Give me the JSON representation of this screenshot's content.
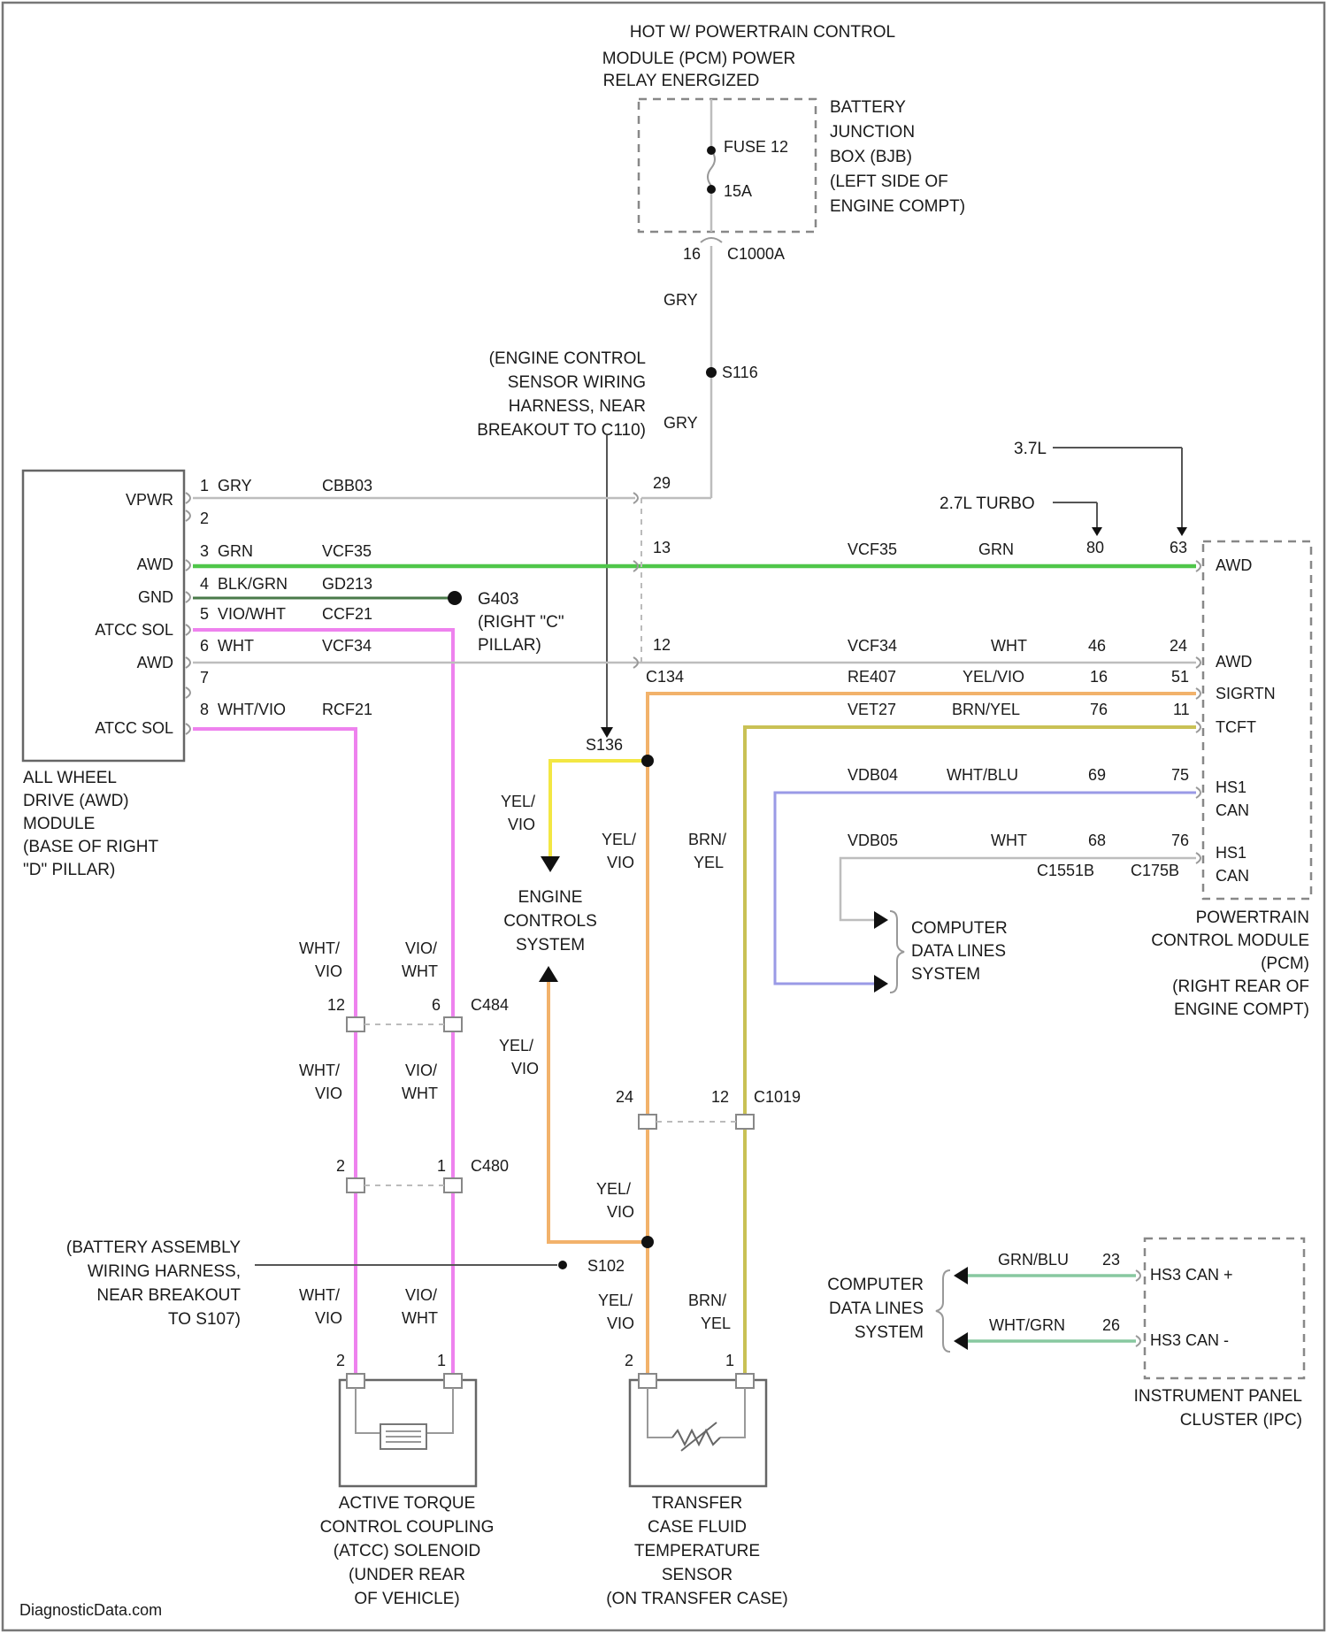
{
  "power_source": {
    "header": [
      "HOT W/ POWERTRAIN CONTROL",
      "MODULE (PCM) POWER",
      "RELAY ENERGIZED"
    ],
    "fuse_label": "FUSE 12",
    "fuse_rating": "15A",
    "bjb_label": [
      "BATTERY",
      "JUNCTION",
      "BOX (BJB)",
      "(LEFT SIDE OF",
      "ENGINE COMPT)"
    ],
    "bjb_pin": "16",
    "bjb_connector": "C1000A",
    "wire_color_1": "GRY",
    "splice": "S116",
    "wire_color_2": "GRY"
  },
  "harness_note": [
    "(ENGINE CONTROL",
    "SENSOR WIRING",
    "HARNESS, NEAR",
    "BREAKOUT TO C110)"
  ],
  "engine_options": {
    "opt1": "3.7L",
    "opt2": "2.7L TURBO",
    "pin_a": "80",
    "pin_b": "63"
  },
  "awd_module": {
    "pins": [
      "VPWR",
      "",
      "AWD",
      "GND",
      "ATCC SOL",
      "AWD",
      "",
      "ATCC SOL"
    ],
    "name": [
      "ALL WHEEL",
      "DRIVE (AWD)",
      "MODULE",
      "(BASE OF RIGHT",
      "\"D\" PILLAR)"
    ]
  },
  "awd_wires": [
    {
      "pin": "1",
      "color": "GRY",
      "circuit": "CBB03"
    },
    {
      "pin": "2",
      "color": "",
      "circuit": ""
    },
    {
      "pin": "3",
      "color": "GRN",
      "circuit": "VCF35"
    },
    {
      "pin": "4",
      "color": "BLK/GRN",
      "circuit": "GD213"
    },
    {
      "pin": "5",
      "color": "VIO/WHT",
      "circuit": "CCF21"
    },
    {
      "pin": "6",
      "color": "WHT",
      "circuit": "VCF34"
    },
    {
      "pin": "7",
      "color": "",
      "circuit": ""
    },
    {
      "pin": "8",
      "color": "WHT/VIO",
      "circuit": "RCF21"
    }
  ],
  "ground": {
    "name": "G403",
    "location": [
      "(RIGHT \"C\"",
      "PILLAR)"
    ]
  },
  "c134": {
    "name": "C134",
    "pins": [
      "29",
      "13",
      "12"
    ]
  },
  "pcm_wires": [
    {
      "circuit": "VCF35",
      "color": "GRN",
      "pin_a": "",
      "pin_b": ""
    },
    {
      "circuit": "VCF34",
      "color": "WHT",
      "pin_a": "46",
      "pin_b": "24"
    },
    {
      "circuit": "RE407",
      "color": "YEL/VIO",
      "pin_a": "16",
      "pin_b": "51"
    },
    {
      "circuit": "VET27",
      "color": "BRN/YEL",
      "pin_a": "76",
      "pin_b": "11"
    },
    {
      "circuit": "VDB04",
      "color": "WHT/BLU",
      "pin_a": "69",
      "pin_b": "75"
    },
    {
      "circuit": "VDB05",
      "color": "WHT",
      "pin_a": "68",
      "pin_b": "76"
    }
  ],
  "pcm_connectors": {
    "a": "C1551B",
    "b": "C175B"
  },
  "pcm": {
    "pins": [
      "AWD",
      "AWD",
      "SIGRTN",
      "TCFT",
      "HS1",
      "CAN",
      "HS1",
      "CAN"
    ],
    "name": [
      "POWERTRAIN",
      "CONTROL MODULE",
      "(PCM)",
      "(RIGHT REAR OF",
      "ENGINE COMPT)"
    ]
  },
  "splice_s136": "S136",
  "splice_s102": "S102",
  "wire_labels": {
    "yel_vio": [
      "YEL/",
      "VIO"
    ],
    "brn_yel": [
      "BRN/",
      "YEL"
    ],
    "wht_vio": [
      "WHT/",
      "VIO"
    ],
    "vio_wht": [
      "VIO/",
      "WHT"
    ]
  },
  "engine_controls": [
    "ENGINE",
    "CONTROLS",
    "SYSTEM"
  ],
  "computer_data": [
    "COMPUTER",
    "DATA LINES",
    "SYSTEM"
  ],
  "c484": {
    "name": "C484",
    "pin_a": "12",
    "pin_b": "6"
  },
  "c480": {
    "name": "C480",
    "pin_a": "2",
    "pin_b": "1"
  },
  "c1019": {
    "name": "C1019",
    "pin_a": "24",
    "pin_b": "12"
  },
  "battery_harness_note": [
    "(BATTERY ASSEMBLY",
    "WIRING HARNESS,",
    "NEAR BREAKOUT",
    "TO S107)"
  ],
  "atcc": {
    "pin_a": "2",
    "pin_b": "1",
    "name": [
      "ACTIVE TORQUE",
      "CONTROL COUPLING",
      "(ATCC) SOLENOID",
      "(UNDER REAR",
      "OF VEHICLE)"
    ]
  },
  "sensor": {
    "pin_a": "2",
    "pin_b": "1",
    "name": [
      "TRANSFER",
      "CASE FLUID",
      "TEMPERATURE",
      "SENSOR",
      "(ON TRANSFER CASE)"
    ]
  },
  "ipc": {
    "wires": [
      {
        "color": "GRN/BLU",
        "pin": "23",
        "label": "HS3 CAN +"
      },
      {
        "color": "WHT/GRN",
        "pin": "26",
        "label": "HS3 CAN -"
      }
    ],
    "name": [
      "INSTRUMENT PANEL",
      "CLUSTER (IPC)"
    ]
  },
  "watermark": "DiagnosticData.com"
}
